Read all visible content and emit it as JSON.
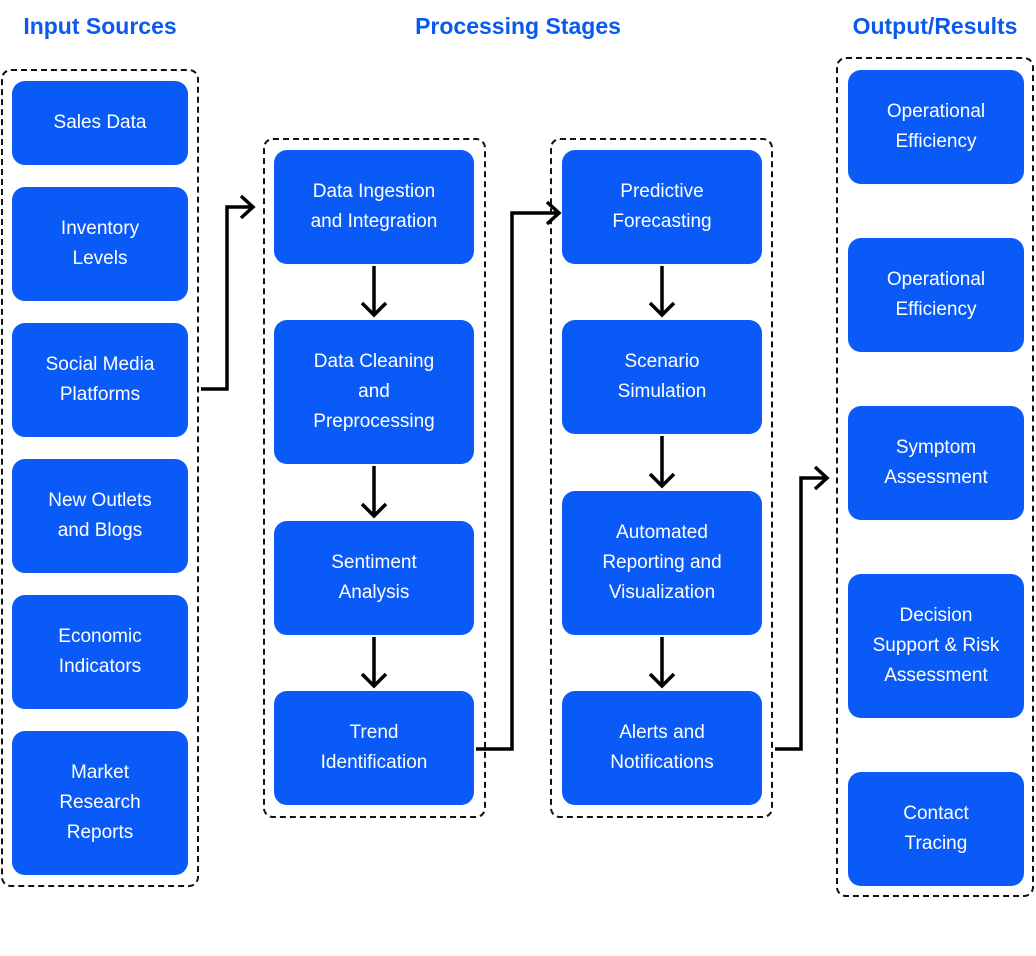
{
  "headings": {
    "input": "Input Sources",
    "processing": "Processing Stages",
    "output": "Output/Results"
  },
  "input_sources": [
    "Sales Data",
    "Inventory\nLevels",
    "Social Media\nPlatforms",
    "New Outlets\nand Blogs",
    "Economic\nIndicators",
    "Market\nResearch\nReports"
  ],
  "processing_col1": [
    "Data Ingestion\nand Integration",
    "Data Cleaning\nand\nPreprocessing",
    "Sentiment\nAnalysis",
    "Trend\nIdentification"
  ],
  "processing_col2": [
    "Predictive\nForecasting",
    "Scenario\nSimulation",
    "Automated\nReporting and\nVisualization",
    "Alerts and\nNotifications"
  ],
  "outputs": [
    "Operational\nEfficiency",
    "Operational\nEfficiency",
    "Symptom\nAssessment",
    "Decision\nSupport & Risk\nAssessment",
    "Contact\nTracing"
  ],
  "colors": {
    "node_fill": "#0a5af7",
    "heading": "#0a5af0",
    "connector": "#000000"
  }
}
